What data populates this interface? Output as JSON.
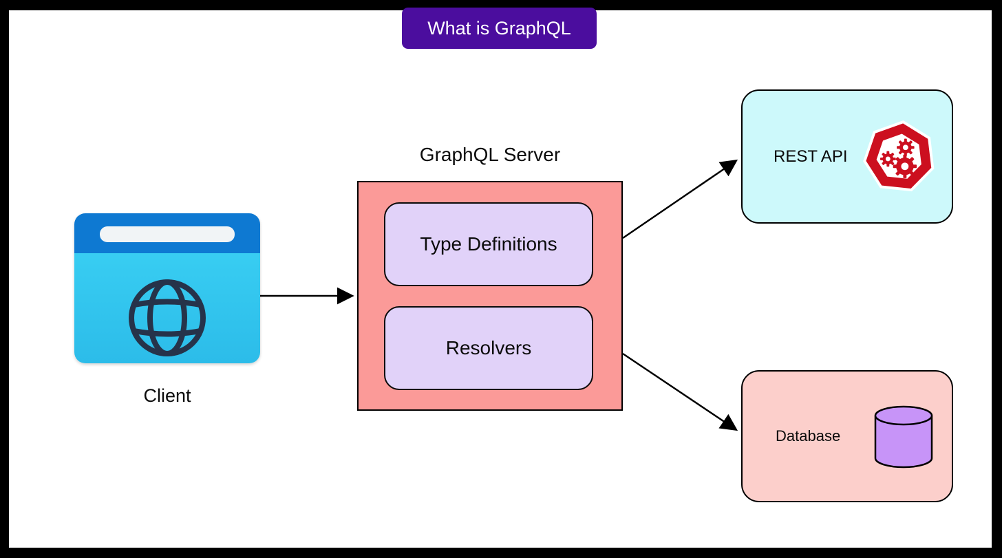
{
  "banner": {
    "label": "What is GraphQL"
  },
  "client": {
    "label": "Client",
    "icon": "browser-globe-icon"
  },
  "server": {
    "title": "GraphQL Server",
    "boxes": [
      {
        "label": "Type Definitions"
      },
      {
        "label": "Resolvers"
      }
    ]
  },
  "rest_api": {
    "label": "REST API",
    "icon": "api-heptagon-gears-icon"
  },
  "database": {
    "label": "Database",
    "icon": "database-cylinder-icon"
  },
  "connectors": [
    {
      "from": "client",
      "to": "graphql-server"
    },
    {
      "from": "graphql-server",
      "to": "rest-api"
    },
    {
      "from": "graphql-server",
      "to": "database"
    }
  ],
  "colors": {
    "frame": "#000000",
    "canvas_bg": "#ffffff",
    "banner_bg": "#4B0D9E",
    "banner_text": "#ffffff",
    "client_titlebar": "#0E79D2",
    "client_body": "#33C9F0",
    "globe_stroke": "#26334A",
    "server_bg": "#FB9A98",
    "inner_box_bg": "#E1D2F9",
    "rest_bg": "#CDF9FB",
    "rest_icon_red": "#CC0F1F",
    "db_bg": "#FCCFCB",
    "db_cylinder": "#C794F8",
    "line": "#000000"
  }
}
